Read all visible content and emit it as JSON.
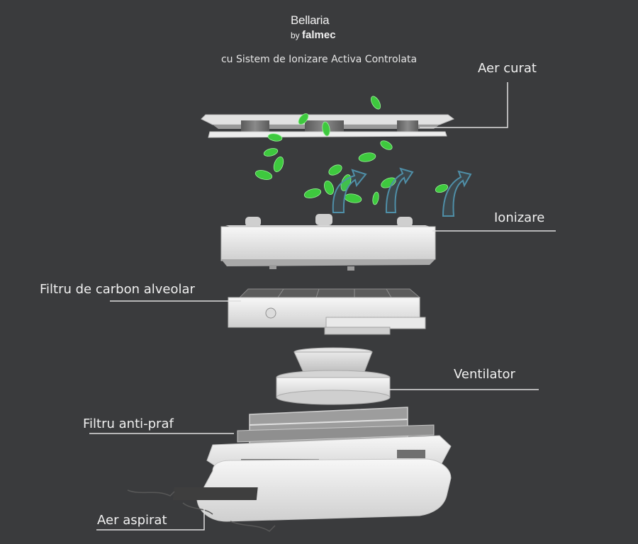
{
  "brand": {
    "name": "Bellaria",
    "by": "by",
    "maker": "falmec"
  },
  "subtitle": "cu Sistem de Ionizare Activa Controlata",
  "labels": {
    "aer_curat": "Aer curat",
    "ionizare": "Ionizare",
    "filtru_carbon": "Filtru de carbon alveolar",
    "ventilator": "Ventilator",
    "filtru_anti_praf": "Filtru anti-praf",
    "aer_aspirat": "Aer aspirat"
  },
  "colors": {
    "background": "#3a3b3d",
    "leaf_green": "#3ec93e",
    "air_arrow_blue": "#4f8fa8",
    "device_white": "#ececec",
    "leader_line": "#e0e0e0"
  }
}
